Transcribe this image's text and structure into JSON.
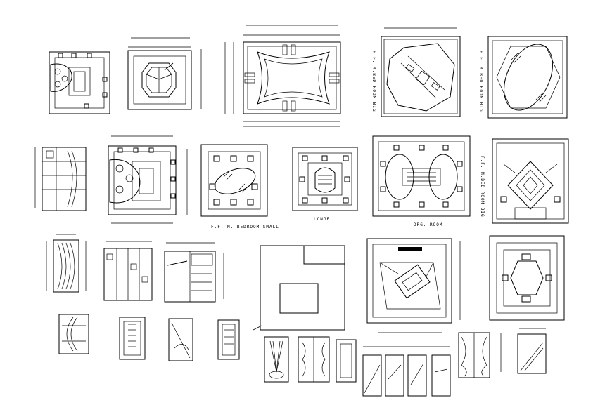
{
  "labels": {
    "small_bedroom": "F.F. M. BEDROOM SMALL",
    "longe": "LONGE",
    "drg_room": "DRG. ROOM",
    "bedroom_big_top": "F.F. M.BED ROOM BIG",
    "bedroom_big_right": "F.F. M.BED ROOM BIG",
    "bedroom_big_mid": "F.F. M.BED ROOM BIG"
  }
}
